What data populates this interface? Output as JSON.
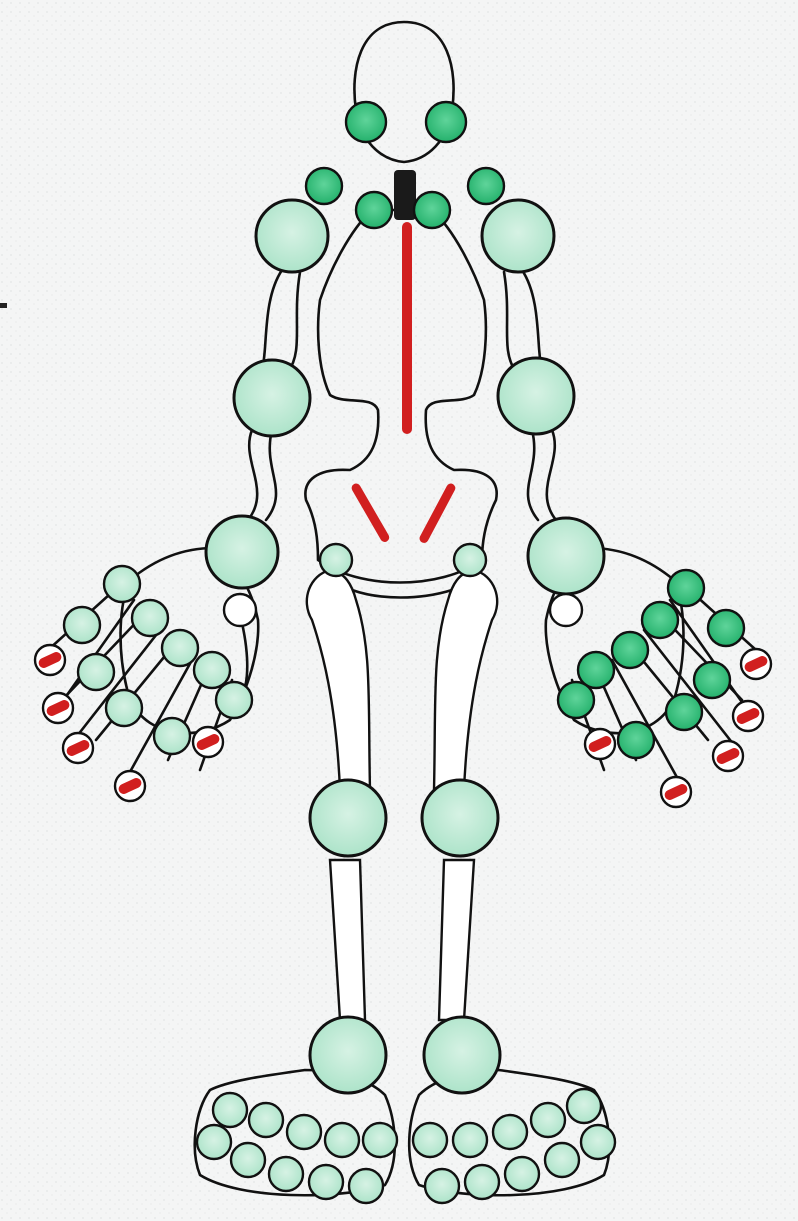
{
  "colors": {
    "paper": "#f4f5f5",
    "outline": "#111111",
    "joint_strong": "#2fbf7a",
    "joint_light": "#bfe9d6",
    "marker": "#d11f1f",
    "neck_fill": "#1a1a1a"
  },
  "figure": {
    "description_label": "",
    "hands": {
      "left_red_marks": 5,
      "right_red_marks": 5
    },
    "spine": {
      "marked": true
    },
    "sacroiliac_marks": 2
  }
}
